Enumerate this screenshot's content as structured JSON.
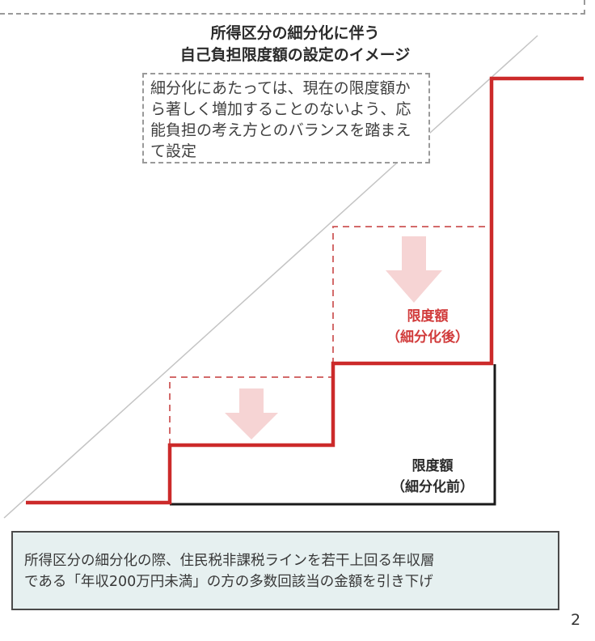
{
  "title": {
    "line1": "所得区分の細分化に伴う",
    "line2": "自己負担限度額の設定のイメージ"
  },
  "note": {
    "text": "細分化にあたっては、現在の限度額から著しく増加することのないよう、応能負担の考え方とのバランスを踏まえて設定"
  },
  "labels": {
    "after_line1": "限度額",
    "after_line2": "（細分化後）",
    "before_line1": "限度額",
    "before_line2": "（細分化前）"
  },
  "summary": {
    "line1": "所得区分の細分化の際、住民税非課税ラインを若干上回る年収層",
    "line2": "である「年収200万円未満」の方の多数回該当の金額を引き下げ"
  },
  "page_number": "2",
  "colors": {
    "after_line": "#cc2a2a",
    "before_line": "#1a1a1a",
    "dashed_before": "#d36a6a",
    "arrow_fill": "#f6d4d4",
    "diagonal": "#c4c4c4",
    "summary_bg": "#e6f0f0"
  }
}
